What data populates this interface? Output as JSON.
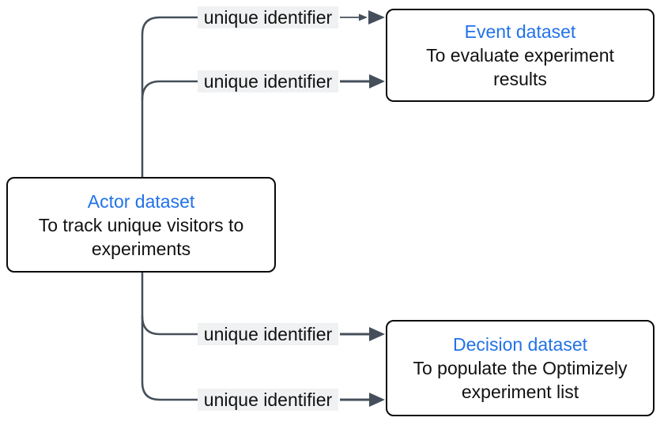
{
  "diagram": {
    "type": "flowchart",
    "nodes": [
      {
        "id": "actor",
        "title": "Actor dataset",
        "description": "To track unique visitors to experiments"
      },
      {
        "id": "event",
        "title": "Event dataset",
        "description": "To evaluate experiment results"
      },
      {
        "id": "decision",
        "title": "Decision dataset",
        "description": "To populate the Optimizely experiment list"
      }
    ],
    "edges": [
      {
        "from": "actor",
        "to": "event",
        "label": "unique identifier"
      },
      {
        "from": "actor",
        "to": "event",
        "label": "unique identifier"
      },
      {
        "from": "actor",
        "to": "decision",
        "label": "unique identifier"
      },
      {
        "from": "actor",
        "to": "decision",
        "label": "unique identifier"
      }
    ],
    "colors": {
      "edge": "#454f5b",
      "node_border": "#0a0a0a",
      "node_title": "#2272e8",
      "node_text": "#111111",
      "edge_label_bg": "#f0f1f2",
      "background": "#ffffff"
    }
  }
}
